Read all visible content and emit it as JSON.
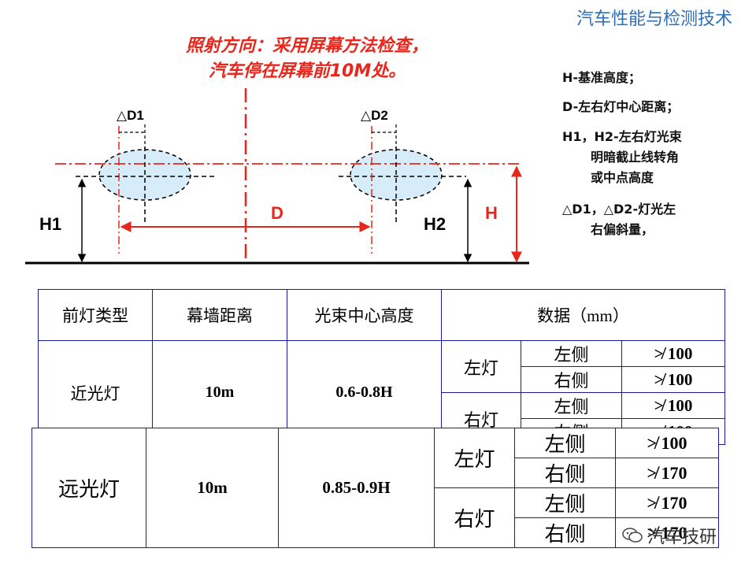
{
  "course_title": "汽车性能与检测技术",
  "instruction": {
    "line1": "照射方向：采用屏幕方法检查，",
    "line2": "汽车停在屏幕前10M处。"
  },
  "diagram_labels": {
    "delta_d1": "△D1",
    "delta_d2": "△D2",
    "h1": "H1",
    "h2": "H2",
    "d": "D",
    "h": "H"
  },
  "legend": [
    {
      "text": "H-基准高度；"
    },
    {
      "text": "D-左右灯中心距离；"
    },
    {
      "text": "H1，H2-左右灯光束"
    },
    {
      "text": "明暗截止线转角"
    },
    {
      "text": "或中点高度"
    },
    {
      "text": "△D1，△D2-灯光左"
    },
    {
      "text": "右偏斜量，"
    }
  ],
  "table_low": {
    "headers": [
      "前灯类型",
      "幕墙距离",
      "光束中心高度",
      "数据（mm）"
    ],
    "type": "近光灯",
    "distance": "10m",
    "height": "0.6-0.8H",
    "lamps": [
      {
        "name": "左灯",
        "rows": [
          {
            "side": "左侧",
            "value": "≯ 100"
          },
          {
            "side": "右侧",
            "value": "≯ 100"
          }
        ]
      },
      {
        "name": "右灯",
        "rows": [
          {
            "side": "左侧",
            "value": "≯ 100"
          },
          {
            "side": "右侧",
            "value": "≯ 100"
          }
        ]
      }
    ]
  },
  "table_high": {
    "type": "远光灯",
    "distance": "10m",
    "height": "0.85-0.9H",
    "lamps": [
      {
        "name": "左灯",
        "rows": [
          {
            "side": "左侧",
            "value": "≯ 100"
          },
          {
            "side": "右侧",
            "value": "≯ 170"
          }
        ]
      },
      {
        "name": "右灯",
        "rows": [
          {
            "side": "左侧",
            "value": "≯ 170"
          },
          {
            "side": "右侧",
            "value": "≯ 170"
          }
        ]
      }
    ]
  },
  "watermark": "汽车技研",
  "colors": {
    "accent_red": "#e8261c",
    "title_blue": "#2d6fb7",
    "ellipse_fill": "#d6ecf8",
    "border": "#1a1aa0"
  }
}
